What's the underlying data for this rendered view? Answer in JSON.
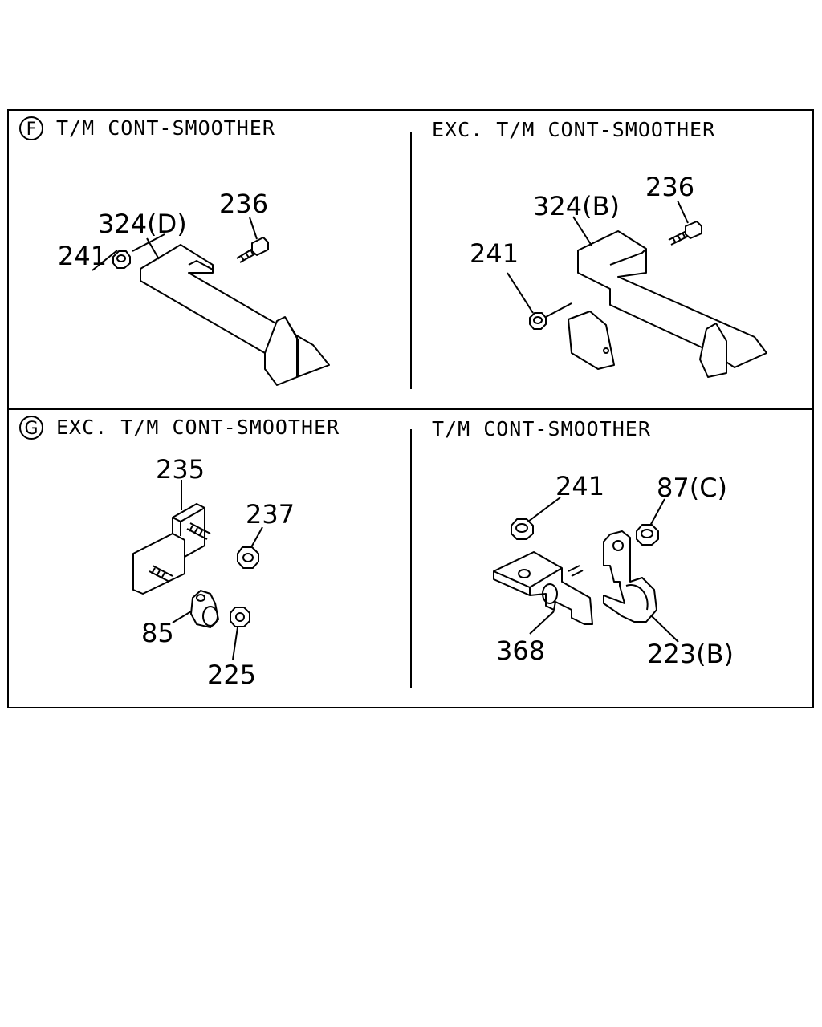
{
  "panels": {
    "top_left": {
      "marker": "F",
      "title": "T/M CONT-SMOOTHER",
      "callouts": {
        "c241": "241",
        "c324": "324(D)",
        "c236": "236"
      }
    },
    "top_right": {
      "title": "EXC. T/M CONT-SMOOTHER",
      "callouts": {
        "c241": "241",
        "c324": "324(B)",
        "c236": "236"
      }
    },
    "bottom_left": {
      "marker": "G",
      "title": "EXC. T/M CONT-SMOOTHER",
      "callouts": {
        "c235": "235",
        "c237": "237",
        "c85": "85",
        "c225": "225"
      }
    },
    "bottom_right": {
      "title": "T/M CONT-SMOOTHER",
      "callouts": {
        "c241": "241",
        "c87": "87(C)",
        "c368": "368",
        "c223": "223(B)"
      }
    }
  }
}
